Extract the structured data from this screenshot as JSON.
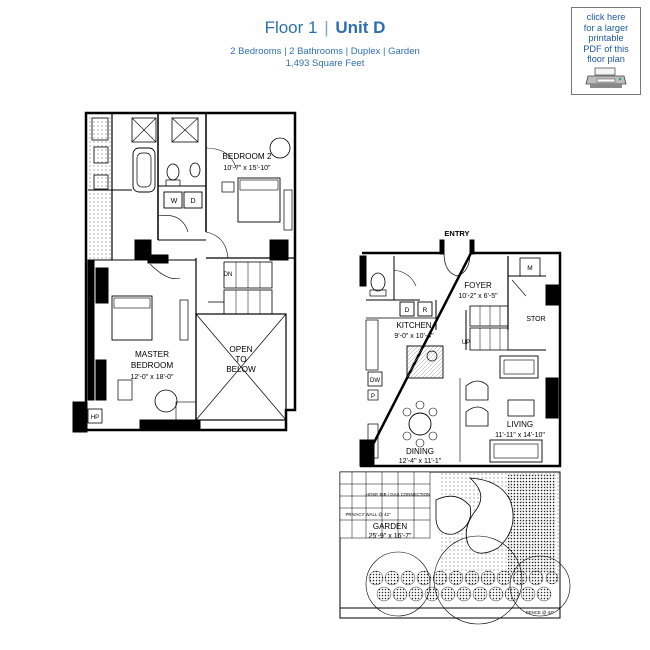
{
  "header": {
    "floor": "Floor 1",
    "separator": "|",
    "unit": "Unit D",
    "details": "2 Bedrooms | 2 Bathrooms | Duplex | Garden",
    "area": "1,493 Square Feet"
  },
  "pdf_link": {
    "lines": [
      "click here",
      "for a larger",
      "printable",
      "PDF of this",
      "floor plan"
    ],
    "icon": "printer-icon"
  },
  "upper_floor": {
    "bedroom2": {
      "name": "BEDROOM 2",
      "size": "10'-7\" x 15'-10\""
    },
    "master": {
      "name_line1": "MASTER",
      "name_line2": "BEDROOM",
      "size": "12'-0\" x 18'-0\""
    },
    "open": {
      "line1": "OPEN",
      "line2": "TO",
      "line3": "BELOW"
    },
    "washer": "W",
    "dryer": "D",
    "stair_down": "DN",
    "hp": "HP"
  },
  "lower_floor": {
    "entry": "ENTRY",
    "foyer": {
      "name": "FOYER",
      "size": "10'-2\" x 6'-5\""
    },
    "kitchen": {
      "name": "KITCHEN",
      "size": "9'-0\" x 10'-4\""
    },
    "living": {
      "name": "LIVING",
      "size": "11'-11\" x 14'-10\""
    },
    "dining": {
      "name": "DINING",
      "size": "12'-4\" x 11'-1\""
    },
    "garden": {
      "name": "GARDEN",
      "size": "25'-9\" x 16'-7\""
    },
    "stor": "STOR",
    "m": "M",
    "d": "D",
    "r": "R",
    "dw": "DW",
    "p": "P",
    "stair_up": "UP",
    "hose": "HOSE BIB / GAS CONNECTION",
    "privacy": "PRIVACY WALL @ 42\"",
    "fence": "FENCE @ 42\""
  }
}
